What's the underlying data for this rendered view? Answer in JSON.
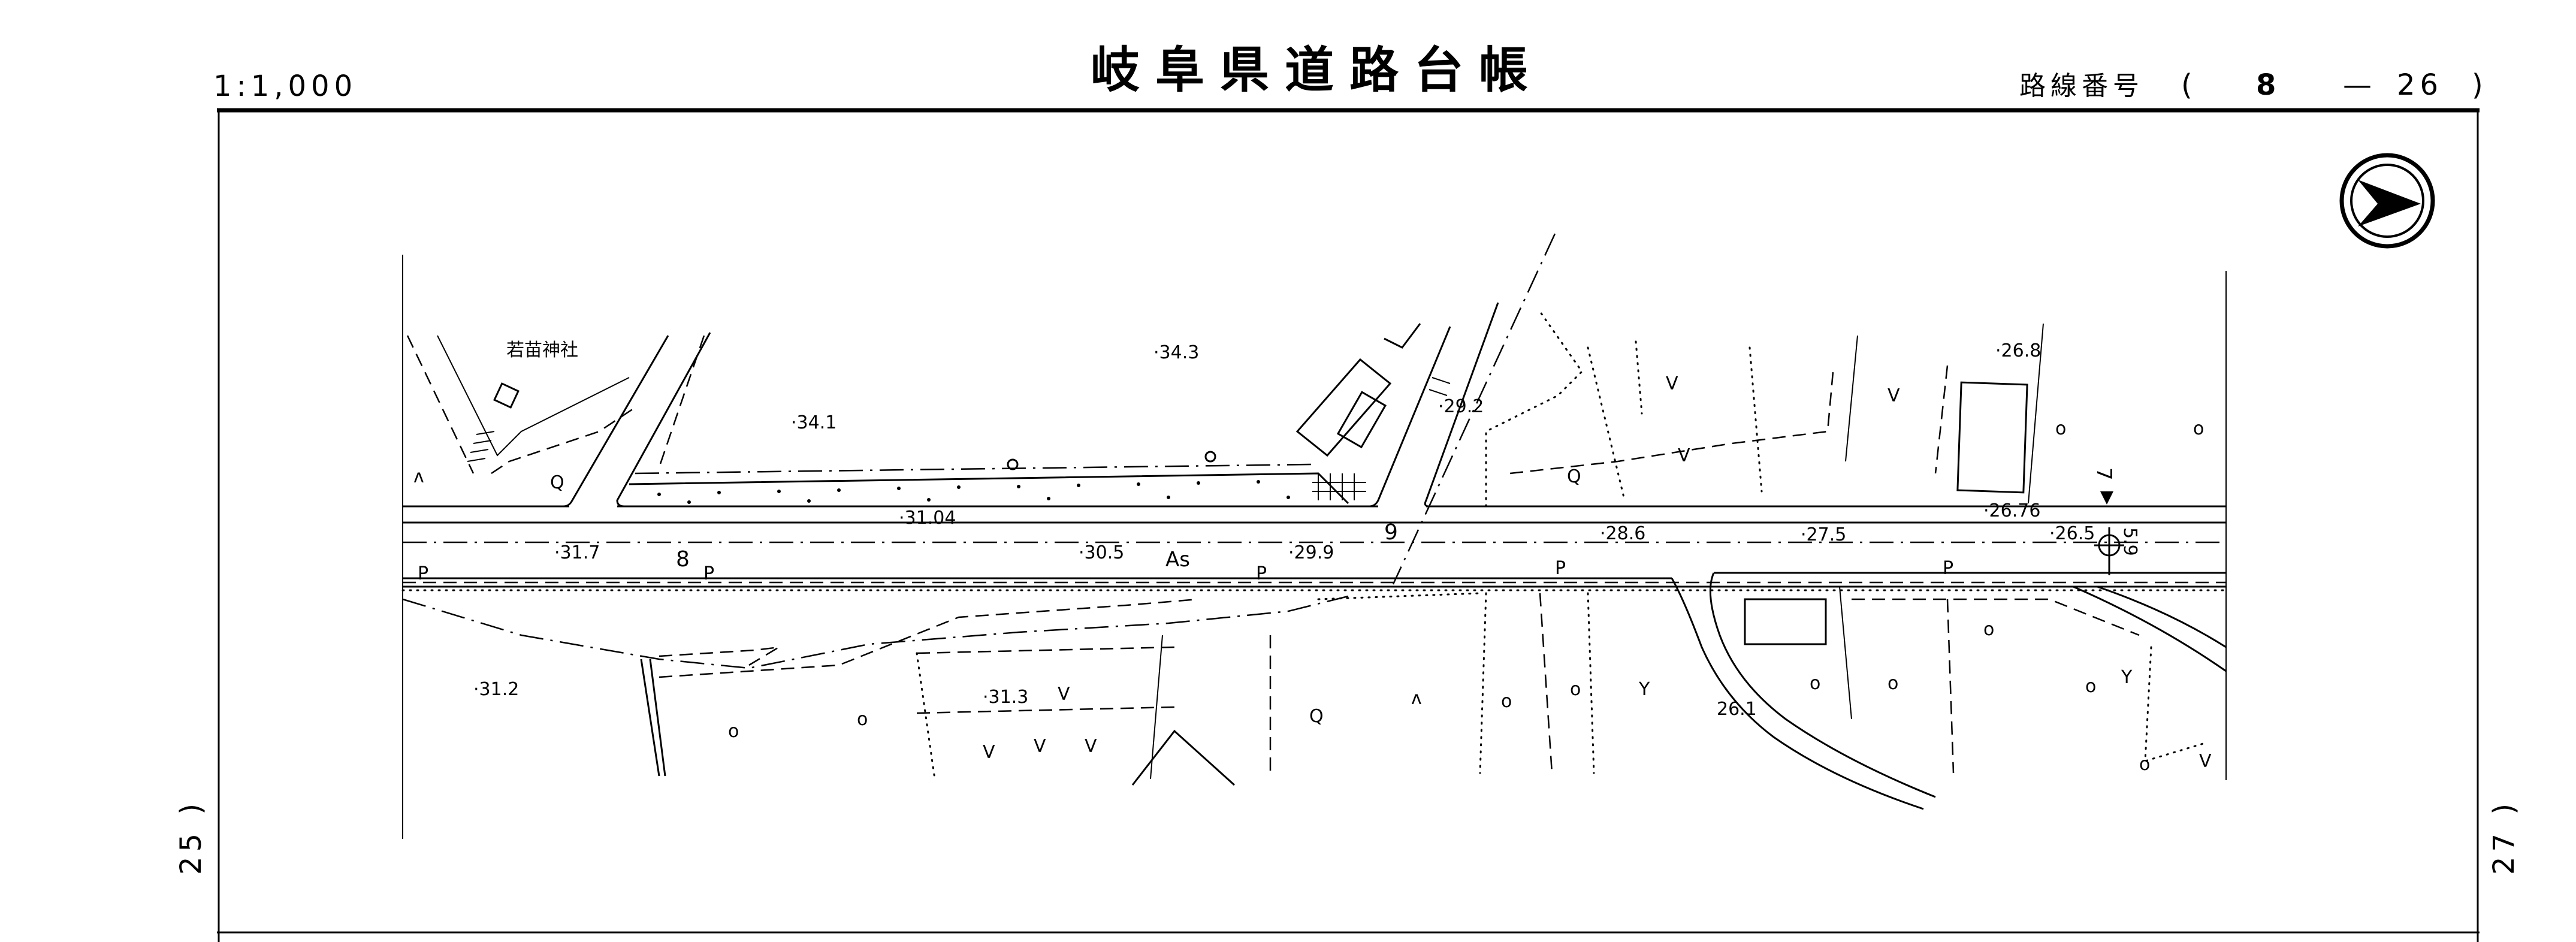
{
  "header": {
    "scale": "1:1,000",
    "title": "岐阜県道路台帳",
    "route_label": "路線番号",
    "route_open": "(",
    "route_major": "8",
    "route_dash": "—",
    "route_minor": "26",
    "route_close": ")"
  },
  "side": {
    "left_page": "25 )",
    "right_page": "27 )"
  },
  "map": {
    "shrine": "若苗神社",
    "surface": "As",
    "stations": [
      "8",
      "9",
      "7"
    ],
    "width_marker": "5.9",
    "pole_marker": "P",
    "elevations": {
      "e343": "·34.3",
      "e341": "·34.1",
      "e3104": "·31.04",
      "e317": "·31.7",
      "e305": "·30.5",
      "e299": "·29.9",
      "e292": "·29.2",
      "e286": "·28.6",
      "e275": "·27.5",
      "e2676": "·26.76",
      "e265": "·26.5",
      "e268": "·26.8",
      "e312": "·31.2",
      "e313": "·31.3",
      "e261": "26.1"
    }
  }
}
